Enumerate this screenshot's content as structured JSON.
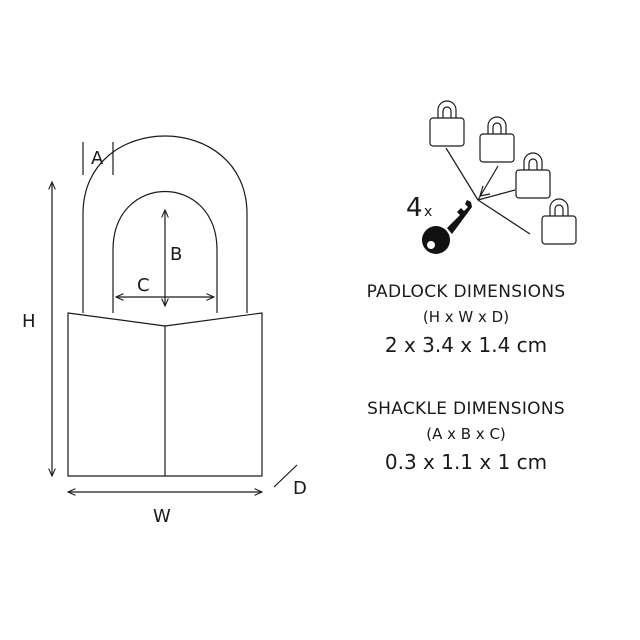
{
  "diagram": {
    "labels": {
      "A": "A",
      "B": "B",
      "C": "C",
      "H": "H",
      "W": "W",
      "D": "D"
    },
    "key_count": "4",
    "key_count_suffix": "x",
    "colors": {
      "stroke": "#1a1a1a",
      "key_fill": "#111111",
      "background": "#ffffff"
    },
    "icons": [
      "padlock-icon",
      "key-icon"
    ]
  },
  "padlock": {
    "title": "PADLOCK DIMENSIONS",
    "formula": "(H x W x D)",
    "value": "2 x 3.4 x 1.4 cm"
  },
  "shackle": {
    "title": "SHACKLE DIMENSIONS",
    "formula": "(A x B x C)",
    "value": "0.3 x 1.1 x 1 cm"
  }
}
